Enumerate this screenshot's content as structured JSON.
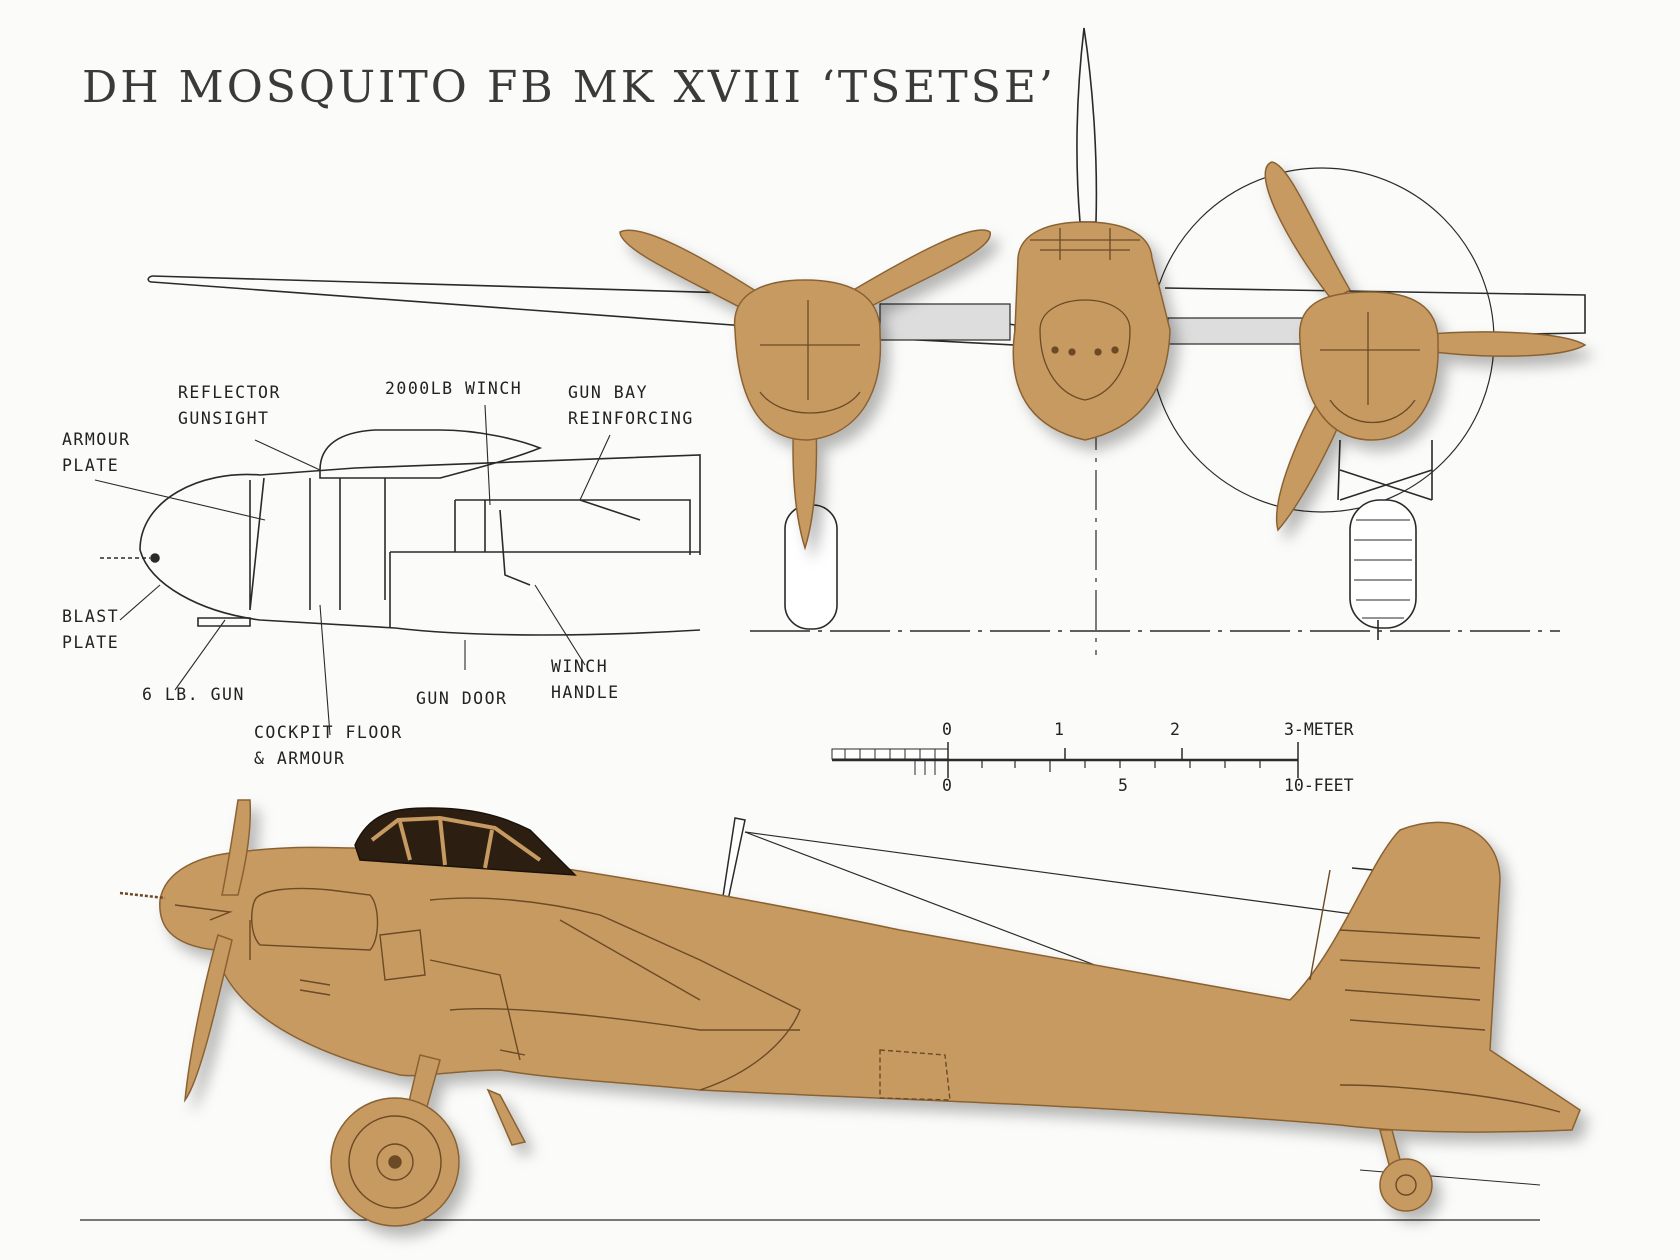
{
  "title": "DH MOSQUITO FB MK XVIII ‘TSETSE’",
  "callouts": {
    "reflector_gunsight": [
      "REFLECTOR",
      "GUNSIGHT"
    ],
    "winch_2000lb": [
      "2000LB WINCH"
    ],
    "gun_bay_reinforcing": [
      "GUN BAY",
      "REINFORCING"
    ],
    "armour_plate": [
      "ARMOUR",
      "PLATE"
    ],
    "blast_plate": [
      "BLAST",
      "PLATE"
    ],
    "six_lb_gun": [
      "6 LB. GUN"
    ],
    "cockpit_floor_armour": [
      "COCKPIT FLOOR",
      "& ARMOUR"
    ],
    "gun_door": [
      "GUN DOOR"
    ],
    "winch_handle": [
      "WINCH",
      "HANDLE"
    ]
  },
  "scale_bar": {
    "meter_ticks": [
      "0",
      "1",
      "2"
    ],
    "meter_end": "3-METER",
    "feet_ticks": [
      "0",
      "5"
    ],
    "feet_end": "10-FEET"
  },
  "colors": {
    "mdf": "#c79a62",
    "mdf_dark": "#a77a45",
    "engrave": "#6b4a25",
    "ink": "#2a2a2a",
    "paper": "#fbfbfa"
  }
}
